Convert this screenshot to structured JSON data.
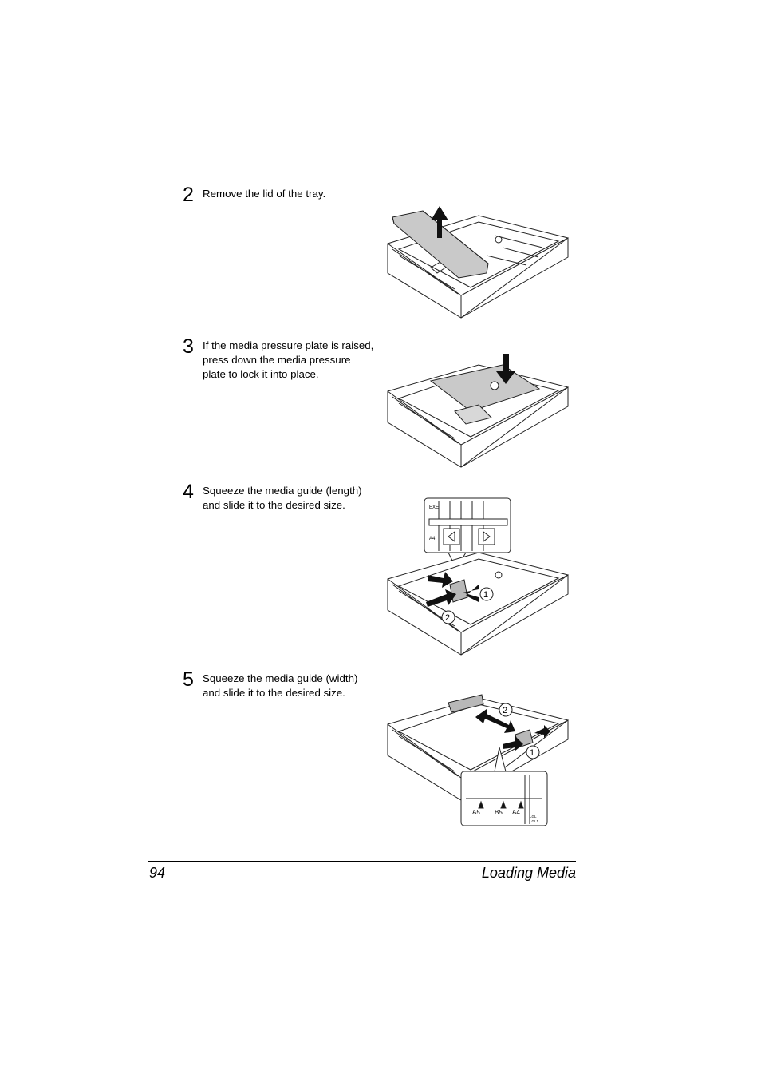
{
  "steps": [
    {
      "number": "2",
      "text": "Remove the lid of the tray."
    },
    {
      "number": "3",
      "text": "If the media pressure plate is raised, press down the media pressure plate to lock it into place."
    },
    {
      "number": "4",
      "text": "Squeeze the media guide (length) and slide it to the desired size."
    },
    {
      "number": "5",
      "text": "Squeeze the media guide (width) and slide it to the desired size."
    }
  ],
  "figures": {
    "step4_callout": {
      "label_exe": "EXE",
      "label_a4": "A4",
      "marker1": "1",
      "marker2": "2"
    },
    "step5_callout": {
      "label_a5": "A5",
      "label_b5": "B5",
      "label_a4": "A4",
      "label_lgl": "LGL",
      "label_lgl1": "LGL1",
      "marker1": "1",
      "marker2": "2"
    }
  },
  "footer": {
    "page_number": "94",
    "section": "Loading Media"
  }
}
